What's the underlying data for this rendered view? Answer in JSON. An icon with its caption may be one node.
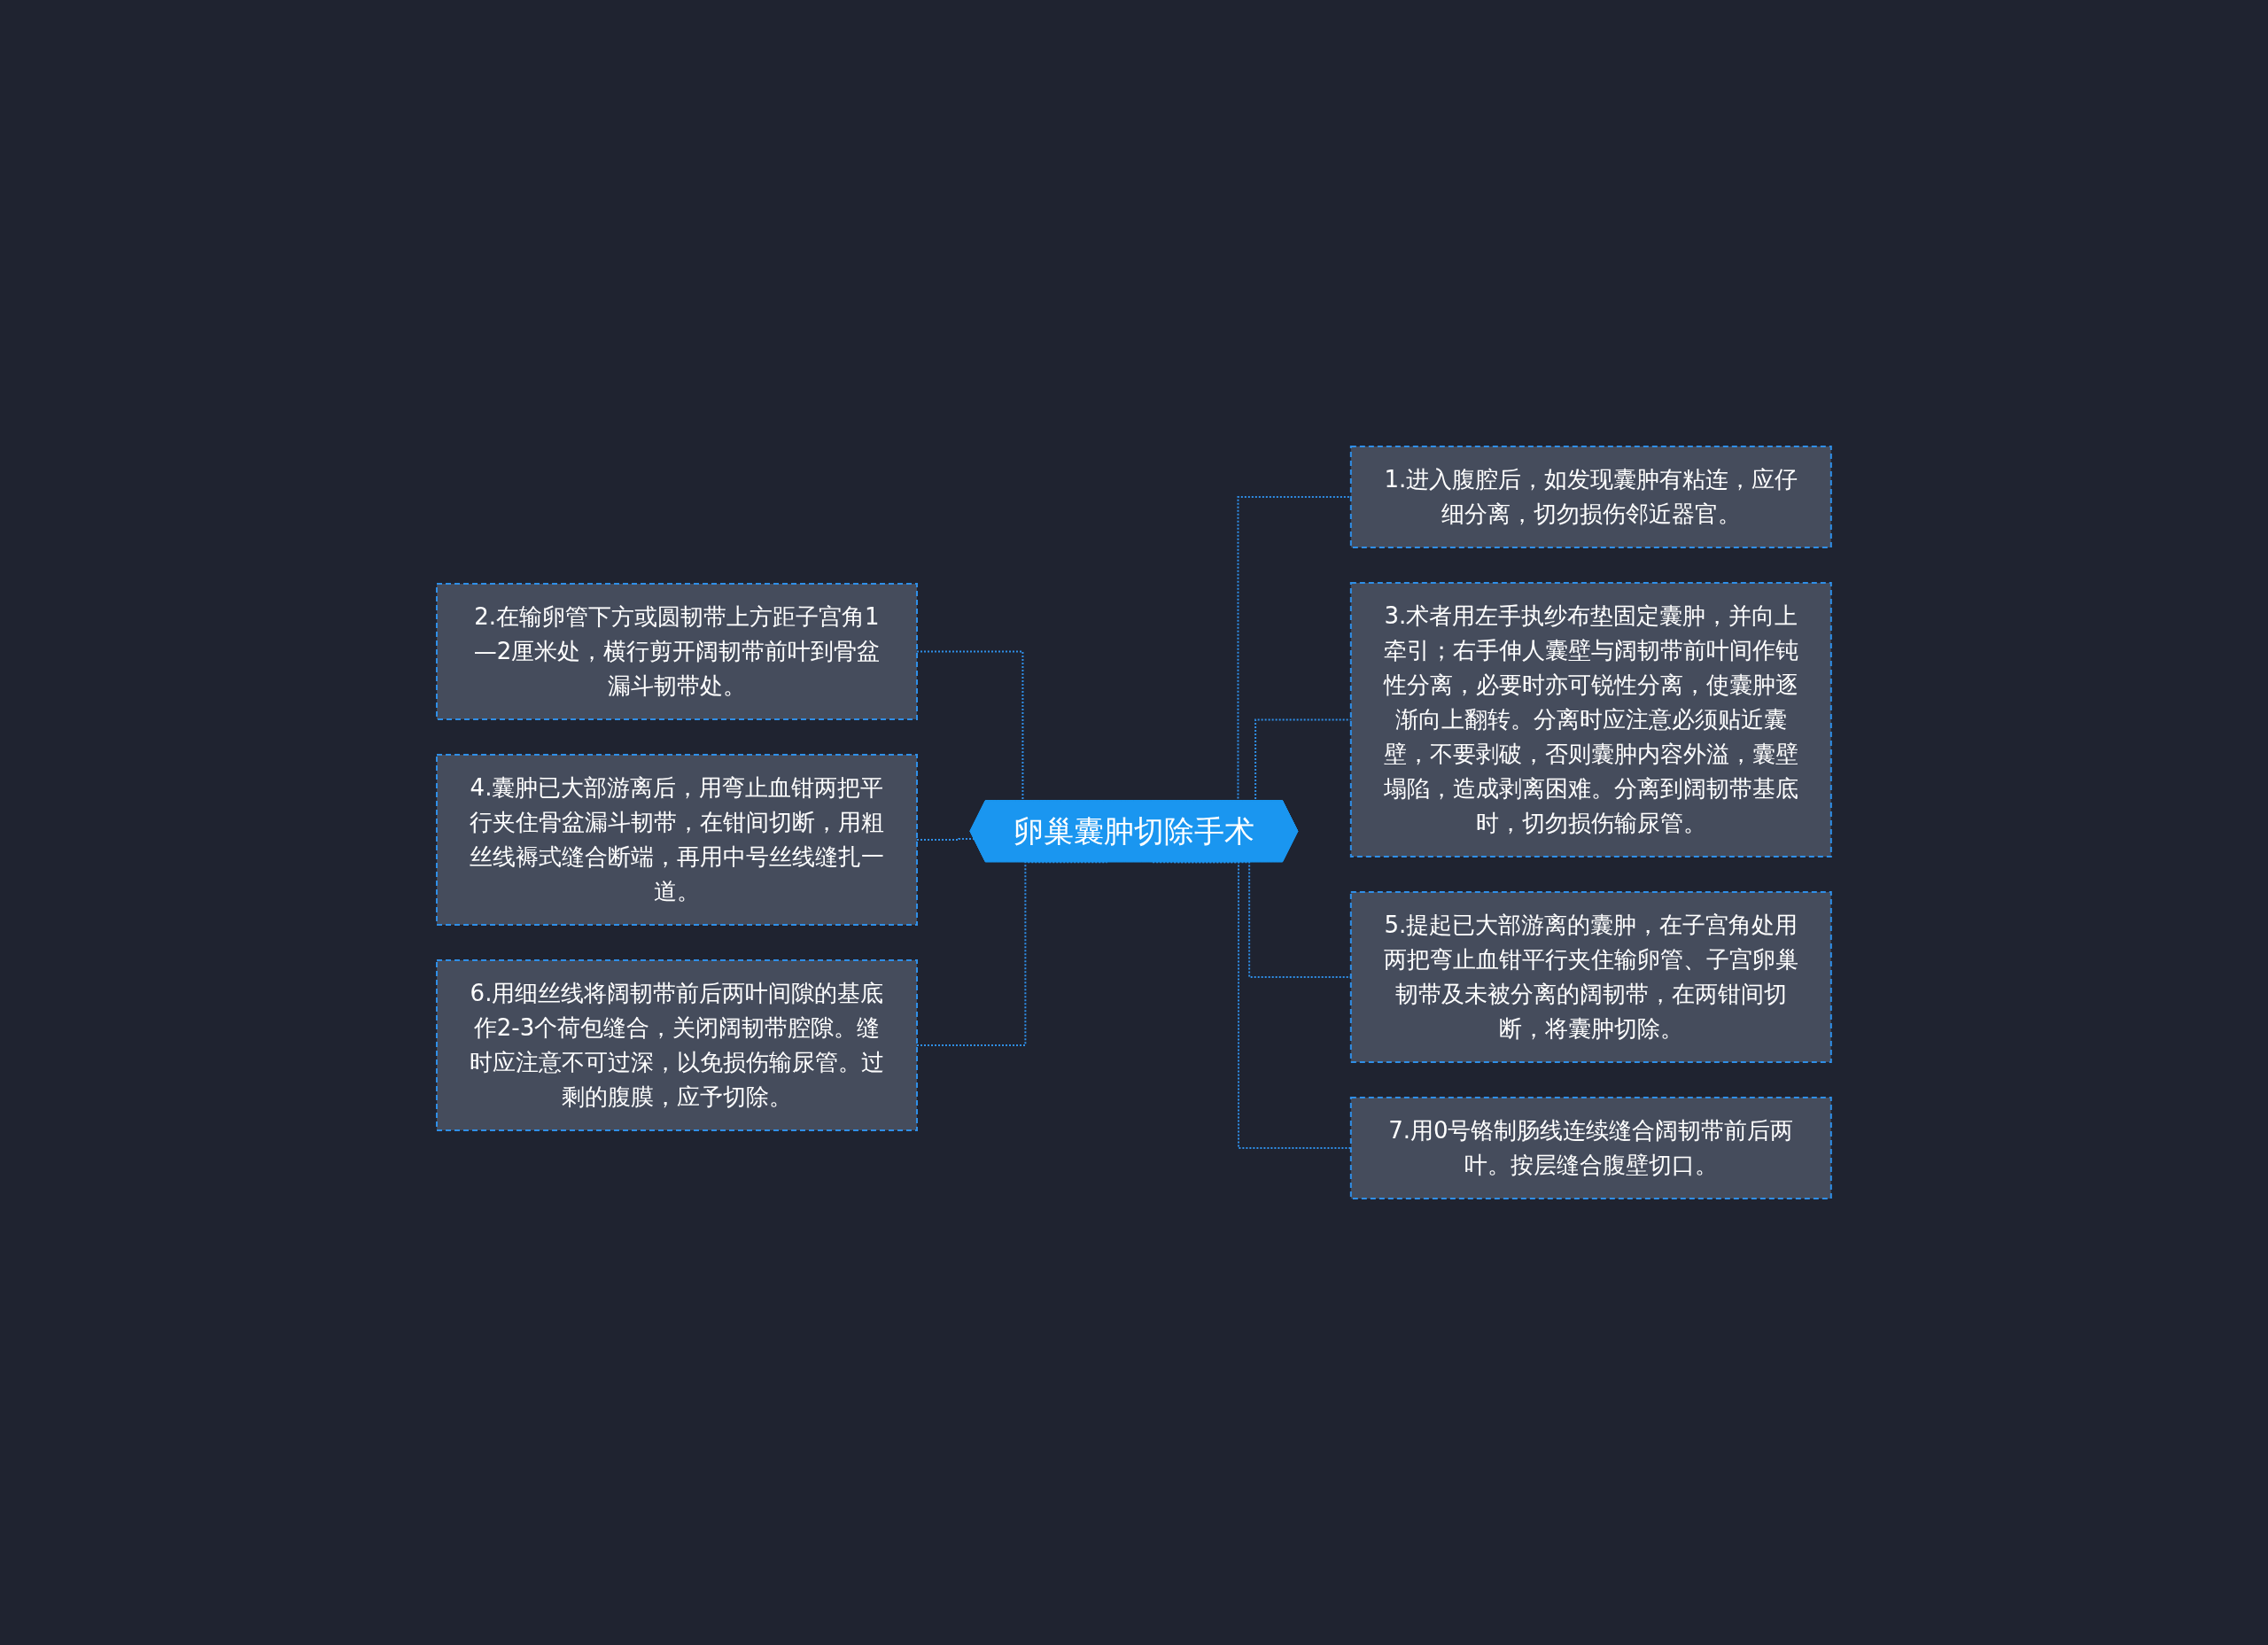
{
  "diagram": {
    "nodes": [
      {
        "text": [
          "卵巢囊肿切除手术"
        ]
      },
      {
        "text": [
          "1.进入腹腔后，如发现囊肿有粘连，应仔细分离，切勿损伤邻近器官。"
        ]
      },
      {
        "text": [
          "2.在输卵管下方或圆韧带上方距子宫角1—2厘米处，横行剪开阔韧带前叶到骨盆漏斗韧带处。"
        ]
      },
      {
        "text": [
          "3.术者用左手执纱布垫固定囊肿，并向上牵引；右手伸人囊壁与阔韧带前叶间作钝性分离，必要时亦可锐性分离，使囊肿逐渐向上翻转。分离时应注意必须贴近囊壁，不要剥破，否则囊肿内容外溢，囊壁塌陷，造成剥离困难。分离到阔韧带基底时，切勿损伤输尿管。"
        ]
      },
      {
        "text": [
          "4.囊肿已大部游离后，用弯止血钳两把平行夹住骨盆漏斗韧带，在钳间切断，用粗丝线褥式缝合断端，再用中号丝线缝扎一道。"
        ]
      },
      {
        "text": [
          "5.提起已大部游离的囊肿，在子宫角处用两把弯止血钳平行夹住输卵管、子宫卵巢韧带及未被分离的阔韧带，在两钳间切断，将囊肿切除。"
        ]
      },
      {
        "text": [
          "6.用细丝线将阔韧带前后两叶间隙的基底作2-3个荷包缝合，关闭阔韧带腔隙。缝时应注意不可过深，以免损伤输尿管。过剩的腹膜，应予切除。"
        ]
      },
      {
        "text": [
          "7.用0号铬制肠线连续缝合阔韧带前后两叶。按层缝合腹壁切口。"
        ]
      }
    ],
    "edges": [
      {
        "from": 0,
        "to": 1,
        "arrow": "none",
        "style": "dashed"
      },
      {
        "from": 0,
        "to": 2,
        "arrow": "none",
        "style": "dashed"
      },
      {
        "from": 0,
        "to": 3,
        "arrow": "none",
        "style": "dashed"
      },
      {
        "from": 0,
        "to": 4,
        "arrow": "none",
        "style": "dashed"
      },
      {
        "from": 0,
        "to": 5,
        "arrow": "none",
        "style": "dashed"
      },
      {
        "from": 0,
        "to": 6,
        "arrow": "none",
        "style": "dashed"
      },
      {
        "from": 0,
        "to": 7,
        "arrow": "none",
        "style": "dashed"
      }
    ]
  }
}
